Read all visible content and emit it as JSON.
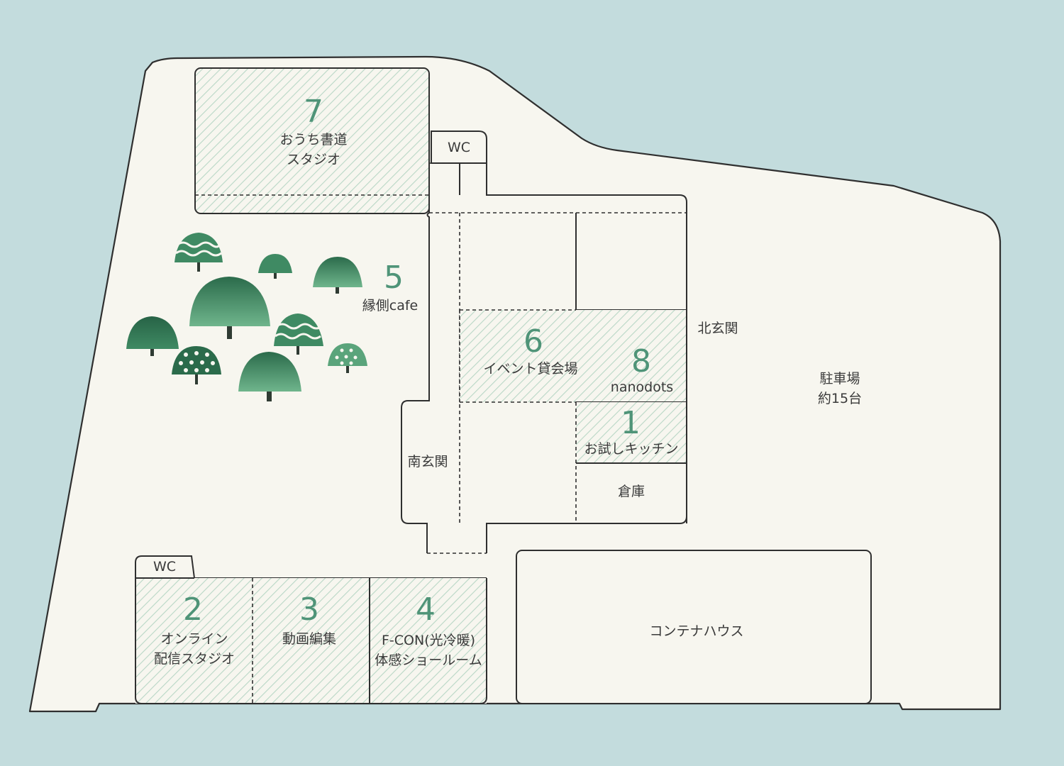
{
  "colors": {
    "background": "#c3dcdd",
    "land": "#f7f6ef",
    "outline": "#2f2f2f",
    "accent_green": "#4f9478",
    "hatch": "#b9d7c6",
    "tree_dark": "#2b6b4b",
    "tree_mid": "#3f8a63",
    "tree_light": "#5aa47b"
  },
  "rooms": [
    {
      "id": "room-7",
      "number": "7",
      "name": "おうち書道\nスタジオ"
    },
    {
      "id": "room-5",
      "number": "5",
      "name": "縁側cafe"
    },
    {
      "id": "room-6",
      "number": "6",
      "name": "イベント貸会場"
    },
    {
      "id": "room-8",
      "number": "8",
      "name": "nanodots"
    },
    {
      "id": "room-1",
      "number": "1",
      "name": "お試しキッチン"
    },
    {
      "id": "room-2",
      "number": "2",
      "name": "オンライン\n配信スタジオ"
    },
    {
      "id": "room-3",
      "number": "3",
      "name": "動画編集"
    },
    {
      "id": "room-4",
      "number": "4",
      "name": "F-CON(光冷暖)\n体感ショールーム"
    }
  ],
  "labels": {
    "wc_top": "WC",
    "wc_bottom": "WC",
    "north_entrance": "北玄関",
    "south_entrance": "南玄関",
    "storage": "倉庫",
    "parking": "駐車場\n約15台",
    "container_house": "コンテナハウス"
  },
  "icons": {
    "trees": "tree-icon"
  }
}
